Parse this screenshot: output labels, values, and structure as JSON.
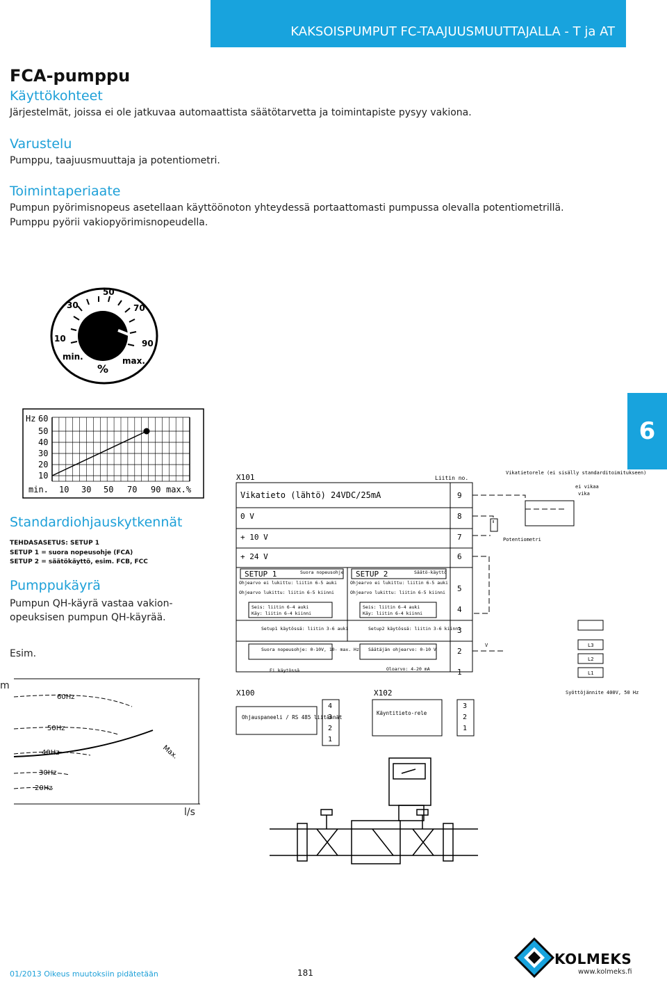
{
  "header": {
    "title": "KAKSOISPUMPUT FC-TAAJUUSMUUTTAJALLA - T ja AT"
  },
  "page_title": "FCA-pumppu",
  "sections": {
    "kaytto_heading": "Käyttökohteet",
    "kaytto_text": "Järjestelmät, joissa ei ole jatkuvaa automaattista säätötarvetta ja toimintapiste pysyy vakiona.",
    "varustelu_heading": "Varustelu",
    "varustelu_text": "Pumppu, taajuusmuuttaja ja potentiometri.",
    "toiminta_heading": "Toimintaperiaate",
    "toiminta_text1": "Pumpun pyörimisnopeus asetellaan käyttöönoton yhteydessä portaattomasti pumpussa olevalla potentiometrillä.",
    "toiminta_text2": "Pumppu pyörii vakiopyörimisnopeudella.",
    "std_heading": "Standardiohjauskytkennät",
    "std_line1": "TEHDASASETUS: SETUP 1",
    "std_line2": "SETUP 1 = suora nopeusohje (FCA)",
    "std_line3": "SETUP 2 = säätökäyttö, esim. FCB, FCC",
    "curve_heading": "Pumppukäyrä",
    "curve_text1": "Pumpun QH-käyrä vastaa vakion-",
    "curve_text2": "opeuksisen pumpun QH-käyrää.",
    "esim": "Esim."
  },
  "dial": {
    "labels": [
      "50",
      "30",
      "70",
      "10",
      "90",
      "min.",
      "max.",
      "%"
    ]
  },
  "chapter_tab": "6",
  "hz_chart": {
    "y_unit": "Hz",
    "y_ticks": [
      "60",
      "50",
      "40",
      "30",
      "20",
      "10"
    ],
    "x_ticks": [
      "min.",
      "10",
      "30",
      "50",
      "70",
      "90",
      "max.%"
    ]
  },
  "qh_chart": {
    "y_unit": "m",
    "x_unit": "l/s",
    "curves": [
      "60Hz",
      "50Hz",
      "40Hz",
      "30Hz",
      "20Hz"
    ],
    "max_label": "Max."
  },
  "wiring": {
    "x101": "X101",
    "liitin_no": "Liitin no.",
    "vikatieto": "Vikatieto (lähtö) 24VDC/25mA",
    "ov": "0 V",
    "v10": "+ 10 V",
    "v24": "+ 24 V",
    "terminals": [
      "9",
      "8",
      "7",
      "6",
      "5",
      "4",
      "3",
      "2",
      "1"
    ],
    "setup1": "SETUP 1",
    "setup1_sub": "Suora nopeusohje",
    "setup2": "SETUP 2",
    "setup2_sub": "Säätö-käyttö",
    "s1_l1": "Ohjearvo ei lukittu: liitin 6-5 auki",
    "s1_l2": "Ohjearvo lukittu: liitin 6-5 kiinni",
    "s2_l1": "Ohjearvo ei lukittu: liitin 6-5 auki",
    "s2_l2": "Ohjearvo lukittu: liitin 6-5 kiinni",
    "s1_seis": "Seis: liitin 6-4 auki",
    "s1_kay": "Käy: liitin 6-4 kiinni",
    "s2_seis": "Seis: liitin 6-4 auki",
    "s2_kay": "Käy: liitin 6-4 kiinni",
    "s1_setup": "Setup1 käytössä: liitin 3-6 auki",
    "s2_setup": "Setup2 käytössä: liitin 3-6 kiinni",
    "s1_nop": "Suora nopeusohje: 0-10V, 10- max. Hz",
    "s2_ohj": "Säätäjän ohjearvo: 0-10 V",
    "ei_kaytossa": "Ei käytössä",
    "oloarvo": "Oloarvo: 4-20 mA",
    "vikatietorele": "Vikatietorele (ei sisälly standarditoimitukseen)",
    "ei_vikaa": "ei vikaa",
    "vika": "vika",
    "potentiometri": "Potentiometri",
    "x100": "X100",
    "ohjaus": "Ohjauspaneeli / RS 485 liitännät",
    "x100_terms": [
      "4",
      "3",
      "2",
      "1"
    ],
    "x102": "X102",
    "kaynti": "Käyntitieto-rele",
    "x102_terms": [
      "3",
      "2",
      "1"
    ],
    "syotto": "Syöttöjännite 400V, 50 Hz",
    "l_labels": [
      "L3",
      "L2",
      "L1"
    ],
    "v_label": "V"
  },
  "footer": {
    "left": "01/2013 Oikeus muutoksiin pidätetään",
    "page": "181",
    "brand": "KOLMEKS",
    "url": "www.kolmeks.fi"
  }
}
